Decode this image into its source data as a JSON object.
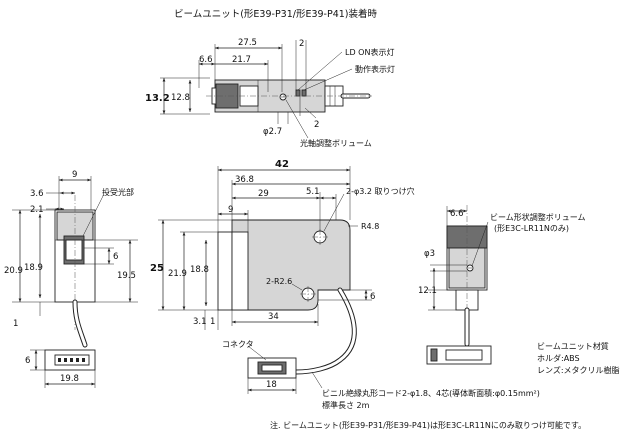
{
  "title": "ビームユニット(形E39-P31/形E39-P41)装着時",
  "top_view": {
    "dims": {
      "d27_5": "27.5",
      "d6_6": "6.6",
      "d21_7": "21.7",
      "d13_2": "13.2",
      "d12_8": "12.8",
      "d2a": "2",
      "d2b": "2",
      "d2_7": "φ2.7"
    },
    "labels": {
      "ld_on": "LD ON表示灯",
      "operation": "動作表示灯",
      "axis_adjust": "光軸調整ボリューム"
    }
  },
  "left_view": {
    "dims": {
      "d9": "9",
      "d3_6": "3.6",
      "d2_1": "2.1",
      "d6": "6",
      "d20_9": "20.9",
      "d18_9": "18.9",
      "d19_5": "19.5",
      "d1": "1",
      "d6b": "6",
      "d19_8": "19.8"
    },
    "labels": {
      "emitter_receiver": "投受光部"
    }
  },
  "front_view": {
    "dims": {
      "d42": "42",
      "d36_8": "36.8",
      "d29": "29",
      "d5_1": "5.1",
      "d9": "9",
      "d25": "25",
      "d21_9": "21.9",
      "d18_8": "18.8",
      "d6": "6",
      "d3_1": "3.1",
      "d1": "1",
      "d34": "34",
      "d18": "18"
    },
    "labels": {
      "mounting_holes": "2-φ3.2 取りつけ穴",
      "r4_8": "R4.8",
      "r2_6": "2-R2.6",
      "connector": "コネクタ"
    }
  },
  "right_view": {
    "dims": {
      "d6_6": "6.6",
      "d3": "φ3",
      "d12_1": "12.1"
    },
    "labels": {
      "beam_adjust_1": "ビーム形状調整ボリューム",
      "beam_adjust_2": "(形E3C-LR11Nのみ)"
    }
  },
  "materials": {
    "heading": "ビームユニット材質",
    "holder": "ホルダ:ABS",
    "lens": "レンズ:メタクリル樹脂"
  },
  "cable_note": {
    "line1": "ビニル絶縁丸形コード2-φ1.8、4芯(導体断面積:φ0.15mm²)",
    "line2": "標準長さ 2m"
  },
  "footnote": "注. ビームユニット(形E39-P31/形E39-P41)は形E3C-LR11Nにのみ取りつけ可能です。"
}
